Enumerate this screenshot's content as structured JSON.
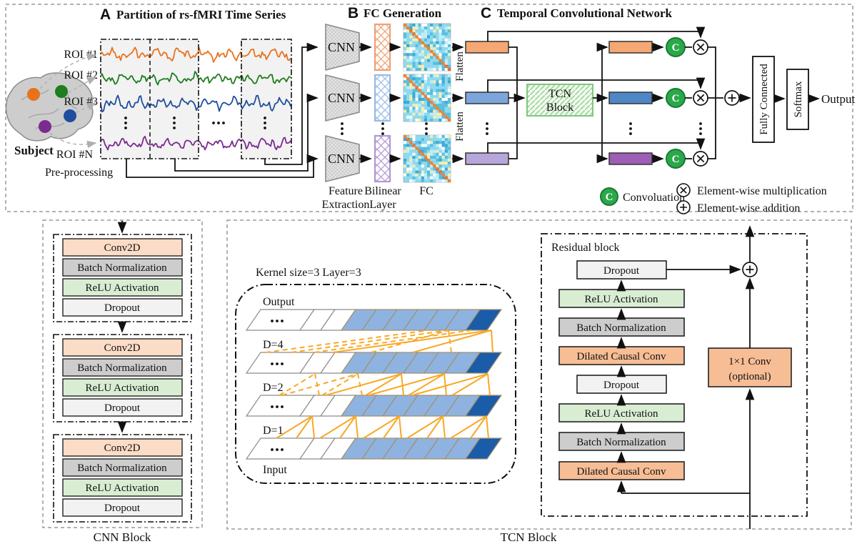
{
  "figure": {
    "panel_a": {
      "letter": "A",
      "title": "Partition of rs-fMRI Time Series",
      "subject_label": "Subject",
      "preprocessing_label": "Pre-processing",
      "roi_labels": [
        "ROI #1",
        "ROI #2",
        "ROI #3",
        "ROI #N"
      ],
      "roi_colors": [
        "#E8721C",
        "#1E7D1E",
        "#1F4E9E",
        "#7A2B8F"
      ]
    },
    "panel_b": {
      "letter": "B",
      "title": "FC Generation",
      "cnn_label": "CNN",
      "feature_extraction_line1": "Feature",
      "feature_extraction_line2": "Extraction",
      "bilinear_line1": "Bilinear",
      "bilinear_line2": "Layer",
      "fc_label": "FC",
      "flatten_label": "Flatten"
    },
    "panel_c": {
      "letter": "C",
      "title": "Temporal Convolutional Network",
      "tcn_line1": "TCN",
      "tcn_line2": "Block",
      "fully_connected_label": "Fully Connected",
      "softmax_label": "Softmax",
      "output_label": "Output",
      "legend": {
        "conv_symbol": "C",
        "conv_label": "Convoluation",
        "multiply_label": "Element-wise multiplication",
        "add_label": "Element-wise addition"
      }
    }
  },
  "cnn_block": {
    "caption": "CNN Block",
    "repeats": 3,
    "layers": [
      "Conv2D",
      "Batch Normalization",
      "ReLU Activation",
      "Dropout"
    ]
  },
  "tcn_block": {
    "caption": "TCN Block",
    "kernel_note": "Kernel size=3 Layer=3",
    "row_labels": [
      "Output",
      "D=4",
      "D=2",
      "D=1"
    ],
    "input_label": "Input",
    "residual": {
      "title": "Residual block",
      "stack_top_to_bottom": [
        "Dropout",
        "ReLU Activation",
        "Batch Normalization",
        "Dilated Causal Conv",
        "Dropout",
        "ReLU Activation",
        "Batch Normalization",
        "Dilated Causal Conv"
      ],
      "shortcut_line1": "1×1 Conv",
      "shortcut_line2": "(optional)"
    }
  },
  "colors": {
    "orange_bar": "#F5A873",
    "blue_bar_light": "#7CA5DC",
    "blue_bar_dark": "#4E86C6",
    "purple_bar_light": "#B7A6DA",
    "purple_bar_dark": "#9C5FB5",
    "conv2d_fill": "#FBDCC6",
    "batch_norm_fill": "#CDCDCD",
    "relu_fill": "#D9EDD3",
    "dropout_fill": "#F2F2F3",
    "dilated_conv_fill": "#F7BD95",
    "conv_circle_green": "#2BA84A",
    "tcn_hatch_green": "#7CC87C",
    "cell_light_blue": "#8FB3E0",
    "cell_dark_blue": "#1B5CA8",
    "fan_orange": "#F9A825",
    "fc_diagonal_orange": "#F08030"
  }
}
